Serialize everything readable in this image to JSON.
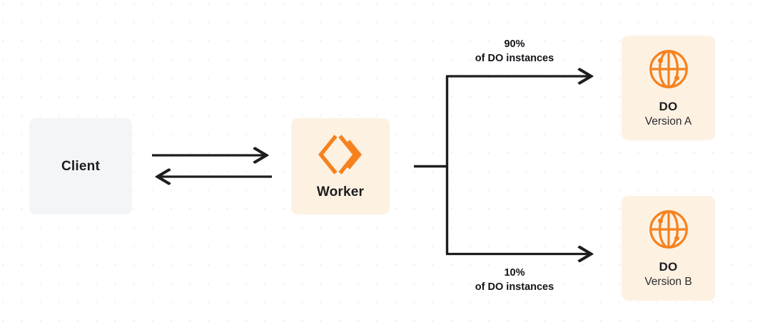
{
  "diagram": {
    "title": "Cloudflare Worker to Durable Object gradual rollout",
    "background": {
      "color": "#ffffff",
      "dot_grid_color": "#ededf0"
    },
    "palette": {
      "orange": "#f6821f",
      "node_orange_bg": "#fdf1e2",
      "node_gray_bg": "#f4f5f7",
      "stroke_dark": "#1d1d1f",
      "text_dark": "#1d1d1f"
    },
    "nodes": [
      {
        "id": "client",
        "label": "Client",
        "sublabel": "",
        "icon": "",
        "bg": "#f4f5f7"
      },
      {
        "id": "worker",
        "label": "Worker",
        "sublabel": "",
        "icon": "cloudflare-workers-icon",
        "bg": "#fdf1e2"
      },
      {
        "id": "do-a",
        "label": "DO",
        "sublabel": "Version A",
        "icon": "globe-icon",
        "bg": "#fdf1e2"
      },
      {
        "id": "do-b",
        "label": "DO",
        "sublabel": "Version B",
        "icon": "globe-icon",
        "bg": "#fdf1e2"
      }
    ],
    "edges": [
      {
        "id": "client-to-worker",
        "from": "client",
        "to": "worker",
        "direction": "right",
        "label_line1": "",
        "label_line2": ""
      },
      {
        "id": "worker-to-client",
        "from": "worker",
        "to": "client",
        "direction": "left",
        "label_line1": "",
        "label_line2": ""
      },
      {
        "id": "worker-to-do-a",
        "from": "worker",
        "to": "do-a",
        "direction": "right",
        "label_line1": "90%",
        "label_line2": "of DO instances"
      },
      {
        "id": "worker-to-do-b",
        "from": "worker",
        "to": "do-b",
        "direction": "right",
        "label_line1": "10%",
        "label_line2": "of DO instances"
      }
    ],
    "labels": {
      "client": "Client",
      "worker": "Worker",
      "do_a_title": "DO",
      "do_a_sub": "Version A",
      "do_b_title": "DO",
      "do_b_sub": "Version B",
      "split_top_pct": "90%",
      "split_top_desc": "of DO instances",
      "split_bottom_pct": "10%",
      "split_bottom_desc": "of DO instances"
    }
  }
}
